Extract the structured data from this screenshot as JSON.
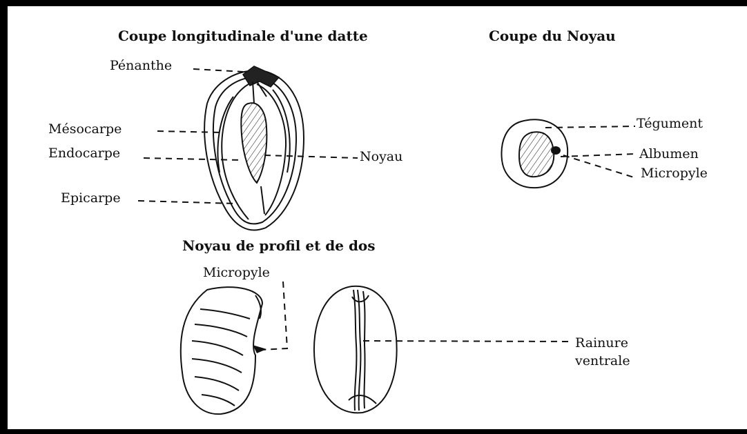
{
  "titles": {
    "date_section": "Coupe longitudinale d'une datte",
    "pit_section": "Coupe du Noyau",
    "profile_section": "Noyau de profil et de dos"
  },
  "labels": {
    "penanthe": "Pénanthe",
    "mesocarpe": "Mésocarpe",
    "endocarpe": "Endocarpe",
    "epicarpe": "Epicarpe",
    "noyau": "Noyau",
    "tegument": "Tégument",
    "albumen": "Albumen",
    "micropyle_right": "Micropyle",
    "micropyle_bottom": "Micropyle",
    "rainure_line1": "Rainure",
    "rainure_line2": "ventrale"
  }
}
